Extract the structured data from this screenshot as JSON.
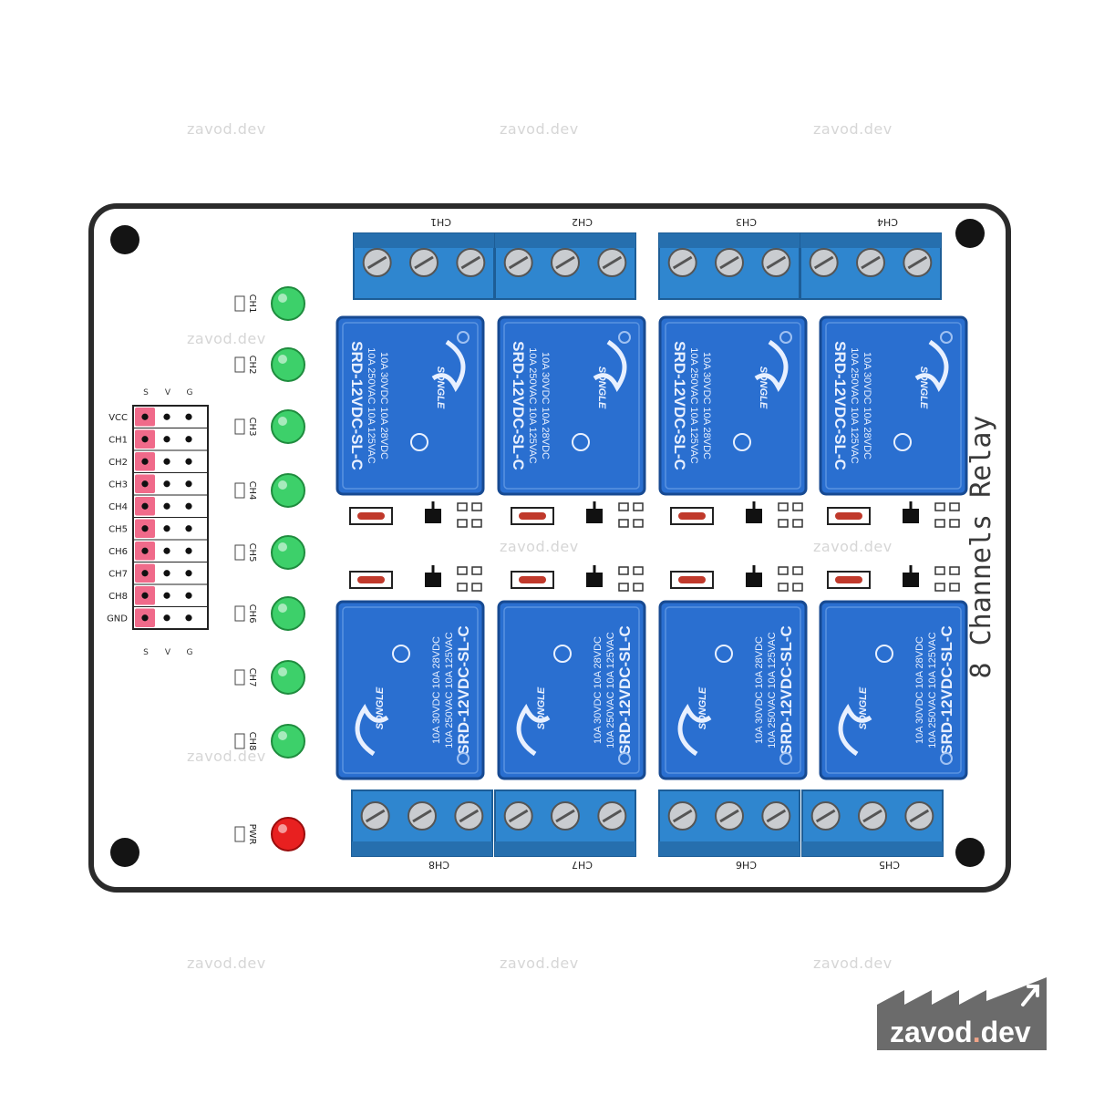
{
  "watermark": "zavod.dev",
  "brand": {
    "name": "zavod",
    "dot": ".",
    "tld": "dev",
    "accent": "#f0a488",
    "base": "#6b6b6b"
  },
  "board": {
    "title": "8 Channels Relay",
    "pcb_color": "#ffffff",
    "relay_color": "#2a6fd0",
    "terminal_color": "#2f86cf",
    "relay": {
      "model": "SRD-12VDC-SL-C",
      "rating_1": "10A 250VAC",
      "rating_2": "10A 125VAC",
      "rating_3": "10A 30VDC",
      "rating_4": "10A 28VDC",
      "brand": "SONGLE"
    },
    "terminal_labels_top": [
      "CH1",
      "CH2",
      "CH3",
      "CH4"
    ],
    "terminal_labels_bottom": [
      "CH8",
      "CH7",
      "CH6",
      "CH5"
    ],
    "led_labels": [
      "CH1",
      "CH2",
      "CH3",
      "CH4",
      "CH5",
      "CH6",
      "CH7",
      "CH8",
      "PWR"
    ],
    "header_labels": [
      "VCC",
      "CH1",
      "CH2",
      "CH3",
      "CH4",
      "CH5",
      "CH6",
      "CH7",
      "CH8",
      "GND"
    ],
    "header_columns": [
      "S",
      "V",
      "G"
    ]
  }
}
